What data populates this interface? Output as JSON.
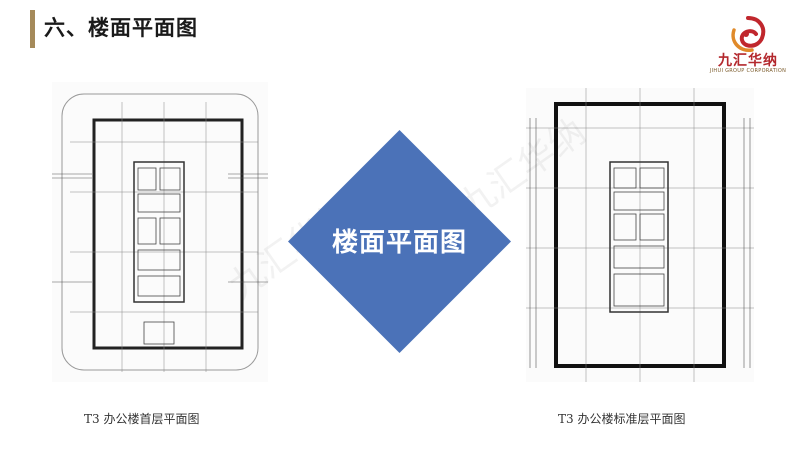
{
  "header": {
    "title": "六、楼面平面图",
    "accent_color": "#a58a5a"
  },
  "logo": {
    "name": "九汇华纳",
    "subtitle": "JIHUI GROUP CORPORATION",
    "icon": "swirl-logo-icon",
    "colors": [
      "#c0272d",
      "#e08a2a"
    ]
  },
  "center": {
    "label": "楼面平面图",
    "diamond_color": "#4b72b8"
  },
  "plans": [
    {
      "caption": "T3  办公楼首层平面图",
      "icon": "floor-plan-drawing"
    },
    {
      "caption": "T3  办公楼标准层平面图",
      "icon": "floor-plan-drawing"
    }
  ],
  "watermark": {
    "text": "九汇华纳"
  }
}
